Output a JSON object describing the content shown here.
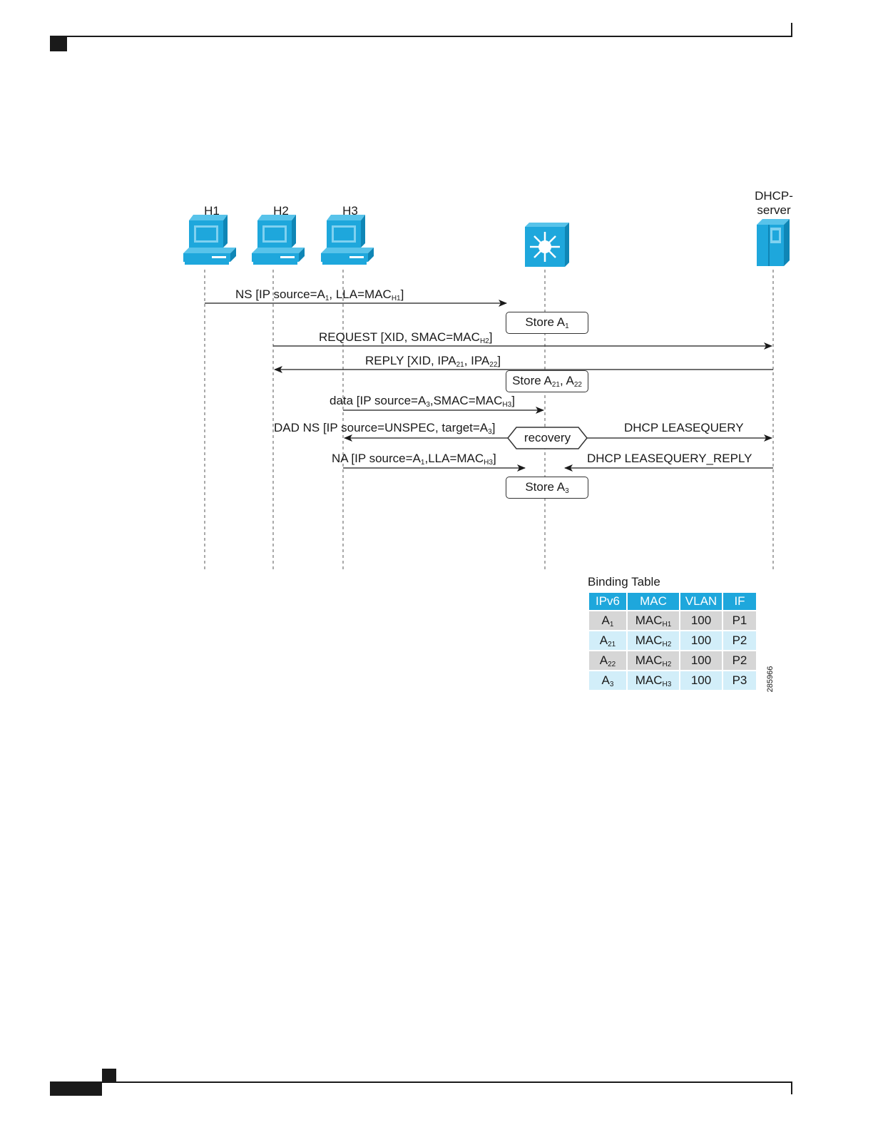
{
  "nodes": {
    "h1": "H1",
    "h2": "H2",
    "h3": "H3",
    "dhcp_line1": "DHCP-",
    "dhcp_line2": "server"
  },
  "messages": {
    "ns": {
      "a": "NS [IP source=A",
      "s1": "1",
      "b": ", LLA=MAC",
      "s2": "H1",
      "c": "]"
    },
    "request": {
      "a": "REQUEST [XID, SMAC=MAC",
      "s1": "H2",
      "b": "]"
    },
    "reply": {
      "a": "REPLY [XID, IPA",
      "s1": "21",
      "b": ", IPA",
      "s2": "22",
      "c": "]"
    },
    "data": {
      "a": "data [IP source=A",
      "s1": "3",
      "b": ",SMAC=MAC",
      "s2": "H3",
      "c": "]"
    },
    "dad": {
      "a": "DAD NS [IP source=UNSPEC, target=A",
      "s1": "3",
      "b": "]"
    },
    "leasequery": "DHCP LEASEQUERY",
    "na": {
      "a": "NA [IP source=A",
      "s1": "1",
      "b": ",LLA=MAC",
      "s2": "H3",
      "c": "]"
    },
    "leasequery_reply": "DHCP LEASEQUERY_REPLY"
  },
  "boxes": {
    "store1": {
      "a": "Store A",
      "s1": "1"
    },
    "store2": {
      "a": "Store A",
      "s1": "21",
      "b": ", A",
      "s2": "22"
    },
    "recovery": "recovery",
    "store3": {
      "a": "Store A",
      "s1": "3"
    }
  },
  "binding_table": {
    "title": "Binding Table",
    "headers": [
      "IPv6",
      "MAC",
      "VLAN",
      "IF"
    ],
    "rows": [
      {
        "ipv6": "A",
        "ipv6_sub": "1",
        "mac": "MAC",
        "mac_sub": "H1",
        "vlan": "100",
        "if": "P1"
      },
      {
        "ipv6": "A",
        "ipv6_sub": "21",
        "mac": "MAC",
        "mac_sub": "H2",
        "vlan": "100",
        "if": "P2"
      },
      {
        "ipv6": "A",
        "ipv6_sub": "22",
        "mac": "MAC",
        "mac_sub": "H2",
        "vlan": "100",
        "if": "P2"
      },
      {
        "ipv6": "A",
        "ipv6_sub": "3",
        "mac": "MAC",
        "mac_sub": "H3",
        "vlan": "100",
        "if": "P3"
      }
    ]
  },
  "figure_id": "285966",
  "colors": {
    "icon_blue": "#1ea7dc",
    "header_blue": "#1ea7dc",
    "row_gray": "#d6d6d6",
    "row_light_blue": "#d2eef9"
  },
  "icons": {
    "host": "computer-icon",
    "switch": "switch-icon",
    "server": "server-icon"
  }
}
